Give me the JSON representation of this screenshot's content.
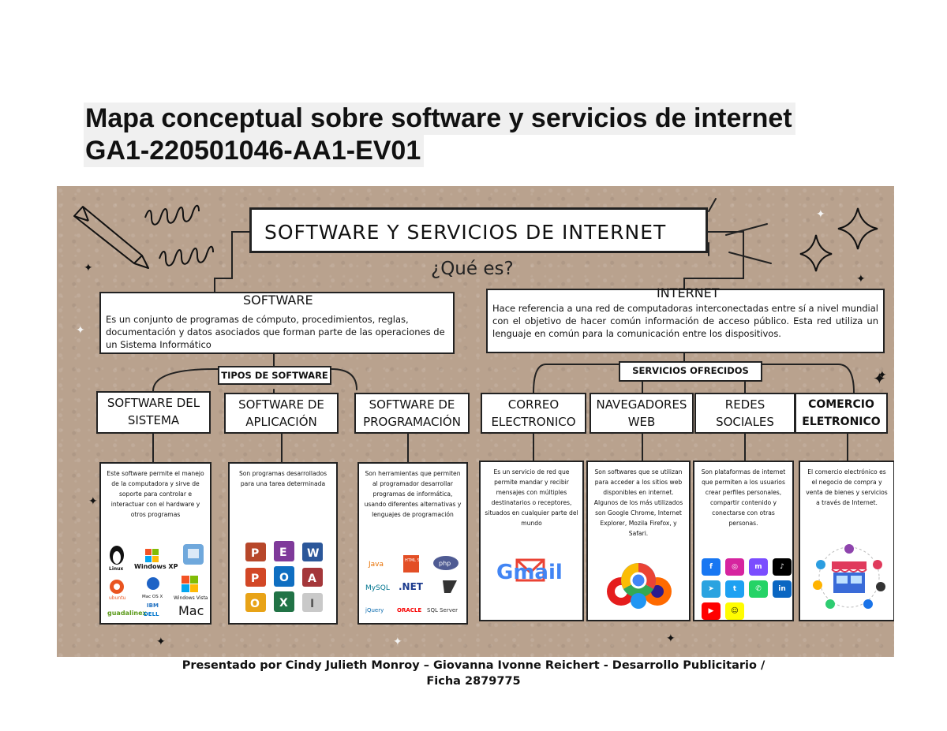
{
  "document": {
    "title_line1": "Mapa conceptual sobre software y servicios de internet",
    "title_line2": "GA1-220501046-AA1-EV01",
    "footer_line1": "Presentado por Cindy Julieth Monroy – Giovanna Ivonne Reichert - Desarrollo Publicitario /",
    "footer_line2": "Ficha 2879775"
  },
  "map": {
    "main_title": "SOFTWARE Y SERVICIOS DE INTERNET",
    "question": "¿Qué es?",
    "software": {
      "heading": "SOFTWARE",
      "definition": "Es un conjunto de programas de cómputo, procedimientos, reglas, documentación y datos asociados que forman parte de las operaciones de un Sistema Informático",
      "types_label": "TIPOS DE SOFTWARE",
      "types": [
        {
          "title": "SOFTWARE DEL SISTEMA",
          "description": "Este software permite el manejo de la computadora y sirve de soporte para controlar e interactuar con el hardware y otros programas",
          "logos": [
            "Linux",
            "Windows XP",
            "Mac OS",
            "ubuntu",
            "Mac OS X",
            "Windows Vista",
            "guadalinex",
            "IBM",
            "DELL",
            "Mac"
          ]
        },
        {
          "title": "SOFTWARE DE APLICACIÓN",
          "description": "Son programas desarrollados para una tarea determinada",
          "logos": [
            "P",
            "E",
            "W",
            "P",
            "O",
            "A",
            "O",
            "X",
            "I"
          ]
        },
        {
          "title": "SOFTWARE DE PROGRAMACIÓN",
          "description": "Son herramientas que permiten al programador desarrollar programas de informática, usando diferentes alternativas y lenguajes de programación",
          "logos": [
            "Java",
            "HTML 5",
            "php",
            "MySQL",
            ".NET",
            "jQuery",
            "ORACLE",
            "SQL Server"
          ]
        }
      ]
    },
    "internet": {
      "heading": "INTERNET",
      "definition": "Hace referencia a una red de computadoras interconectadas entre sí a nivel mundial con el objetivo de hacer común información de acceso público. Esta red utiliza un lenguaje en común para la comunicación entre los dispositivos.",
      "services_label": "SERVICIOS OFRECIDOS",
      "services": [
        {
          "title": "CORREO ELECTRONICO",
          "description": "Es un servicio de red que permite mandar y recibir mensajes con múltiples destinatarios o receptores, situados en cualquier parte del mundo",
          "logo": "Gmail"
        },
        {
          "title": "NAVEGADORES WEB",
          "description": "Son softwares que se utilizan para acceder a los sitios web disponibles en internet. Algunos de los más utilizados son Google Chrome, Internet Explorer, Mozila Firefox, y Safari.",
          "logo": "browsers"
        },
        {
          "title": "REDES SOCIALES",
          "description": "Son plataformas de internet que permiten a los usuarios crear perfiles personales, compartir contenido y conectarse con otras personas.",
          "logos": [
            {
              "label": "f",
              "color": "#1877f2"
            },
            {
              "label": "◎",
              "color": "#d6249f"
            },
            {
              "label": "m",
              "color": "#7b4dff"
            },
            {
              "label": "♪",
              "color": "#000000"
            },
            {
              "label": "➤",
              "color": "#2aa3e0"
            },
            {
              "label": "t",
              "color": "#1da1f2"
            },
            {
              "label": "✆",
              "color": "#25d366"
            },
            {
              "label": "in",
              "color": "#0a66c2"
            },
            {
              "label": "▶",
              "color": "#ff0000"
            },
            {
              "label": "☺",
              "color": "#fffc00"
            }
          ]
        },
        {
          "title": "COMERCIO ELETRONICO",
          "description": "El comercio electrónico es el negocio de compra y venta de bienes y servicios a través de Internet.",
          "logo": "store"
        }
      ]
    }
  }
}
